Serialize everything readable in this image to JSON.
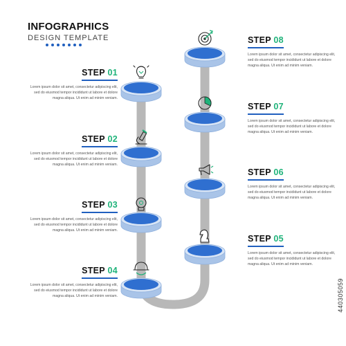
{
  "header": {
    "title": "INFOGRAPHICS",
    "subtitle": "DESIGN TEMPLATE"
  },
  "colors": {
    "accent_green": "#1fb37a",
    "accent_blue": "#1f5fbf",
    "disc_blue": "#2f6fd0",
    "disc_side": "#a9c4e8",
    "path_gray": "#b8b8b8"
  },
  "steps": [
    {
      "label": "STEP",
      "num": "01",
      "icon": "lightbulb-icon",
      "text": "Lorem ipsum dolor sit amet, consectetur adipiscing elit, sed do eiusmod tempor incididunt ut labore et dolore magna aliqua. Ut enim ad minim veniam."
    },
    {
      "label": "STEP",
      "num": "02",
      "icon": "microscope-icon",
      "text": "Lorem ipsum dolor sit amet, consectetur adipiscing elit, sed do eiusmod tempor incididunt ut labore et dolore magna aliqua. Ut enim ad minim veniam."
    },
    {
      "label": "STEP",
      "num": "03",
      "icon": "brain-gear-icon",
      "text": "Lorem ipsum dolor sit amet, consectetur adipiscing elit, sed do eiusmod tempor incididunt ut labore et dolore magna aliqua. Ut enim ad minim veniam."
    },
    {
      "label": "STEP",
      "num": "04",
      "icon": "worker-helmet-icon",
      "text": "Lorem ipsum dolor sit amet, consectetur adipiscing elit, sed do eiusmod tempor incididunt ut labore et dolore magna aliqua. Ut enim ad minim veniam."
    },
    {
      "label": "STEP",
      "num": "05",
      "icon": "chess-knight-icon",
      "text": "Lorem ipsum dolor sit amet, consectetur adipiscing elit, sed do eiusmod tempor incididunt ut labore et dolore magna aliqua. Ut enim ad minim veniam."
    },
    {
      "label": "STEP",
      "num": "06",
      "icon": "megaphone-icon",
      "text": "Lorem ipsum dolor sit amet, consectetur adipiscing elit, sed do eiusmod tempor incididunt ut labore et dolore magna aliqua. Ut enim ad minim veniam."
    },
    {
      "label": "STEP",
      "num": "07",
      "icon": "pie-chart-icon",
      "text": "Lorem ipsum dolor sit amet, consectetur adipiscing elit, sed do eiusmod tempor incididunt ut labore et dolore magna aliqua. Ut enim ad minim veniam."
    },
    {
      "label": "STEP",
      "num": "08",
      "icon": "target-arrow-icon",
      "text": "Lorem ipsum dolor sit amet, consectetur adipiscing elit, sed do eiusmod tempor incididunt ut labore et dolore magna aliqua. Ut enim ad minim veniam."
    }
  ],
  "stock_id": "440305059"
}
